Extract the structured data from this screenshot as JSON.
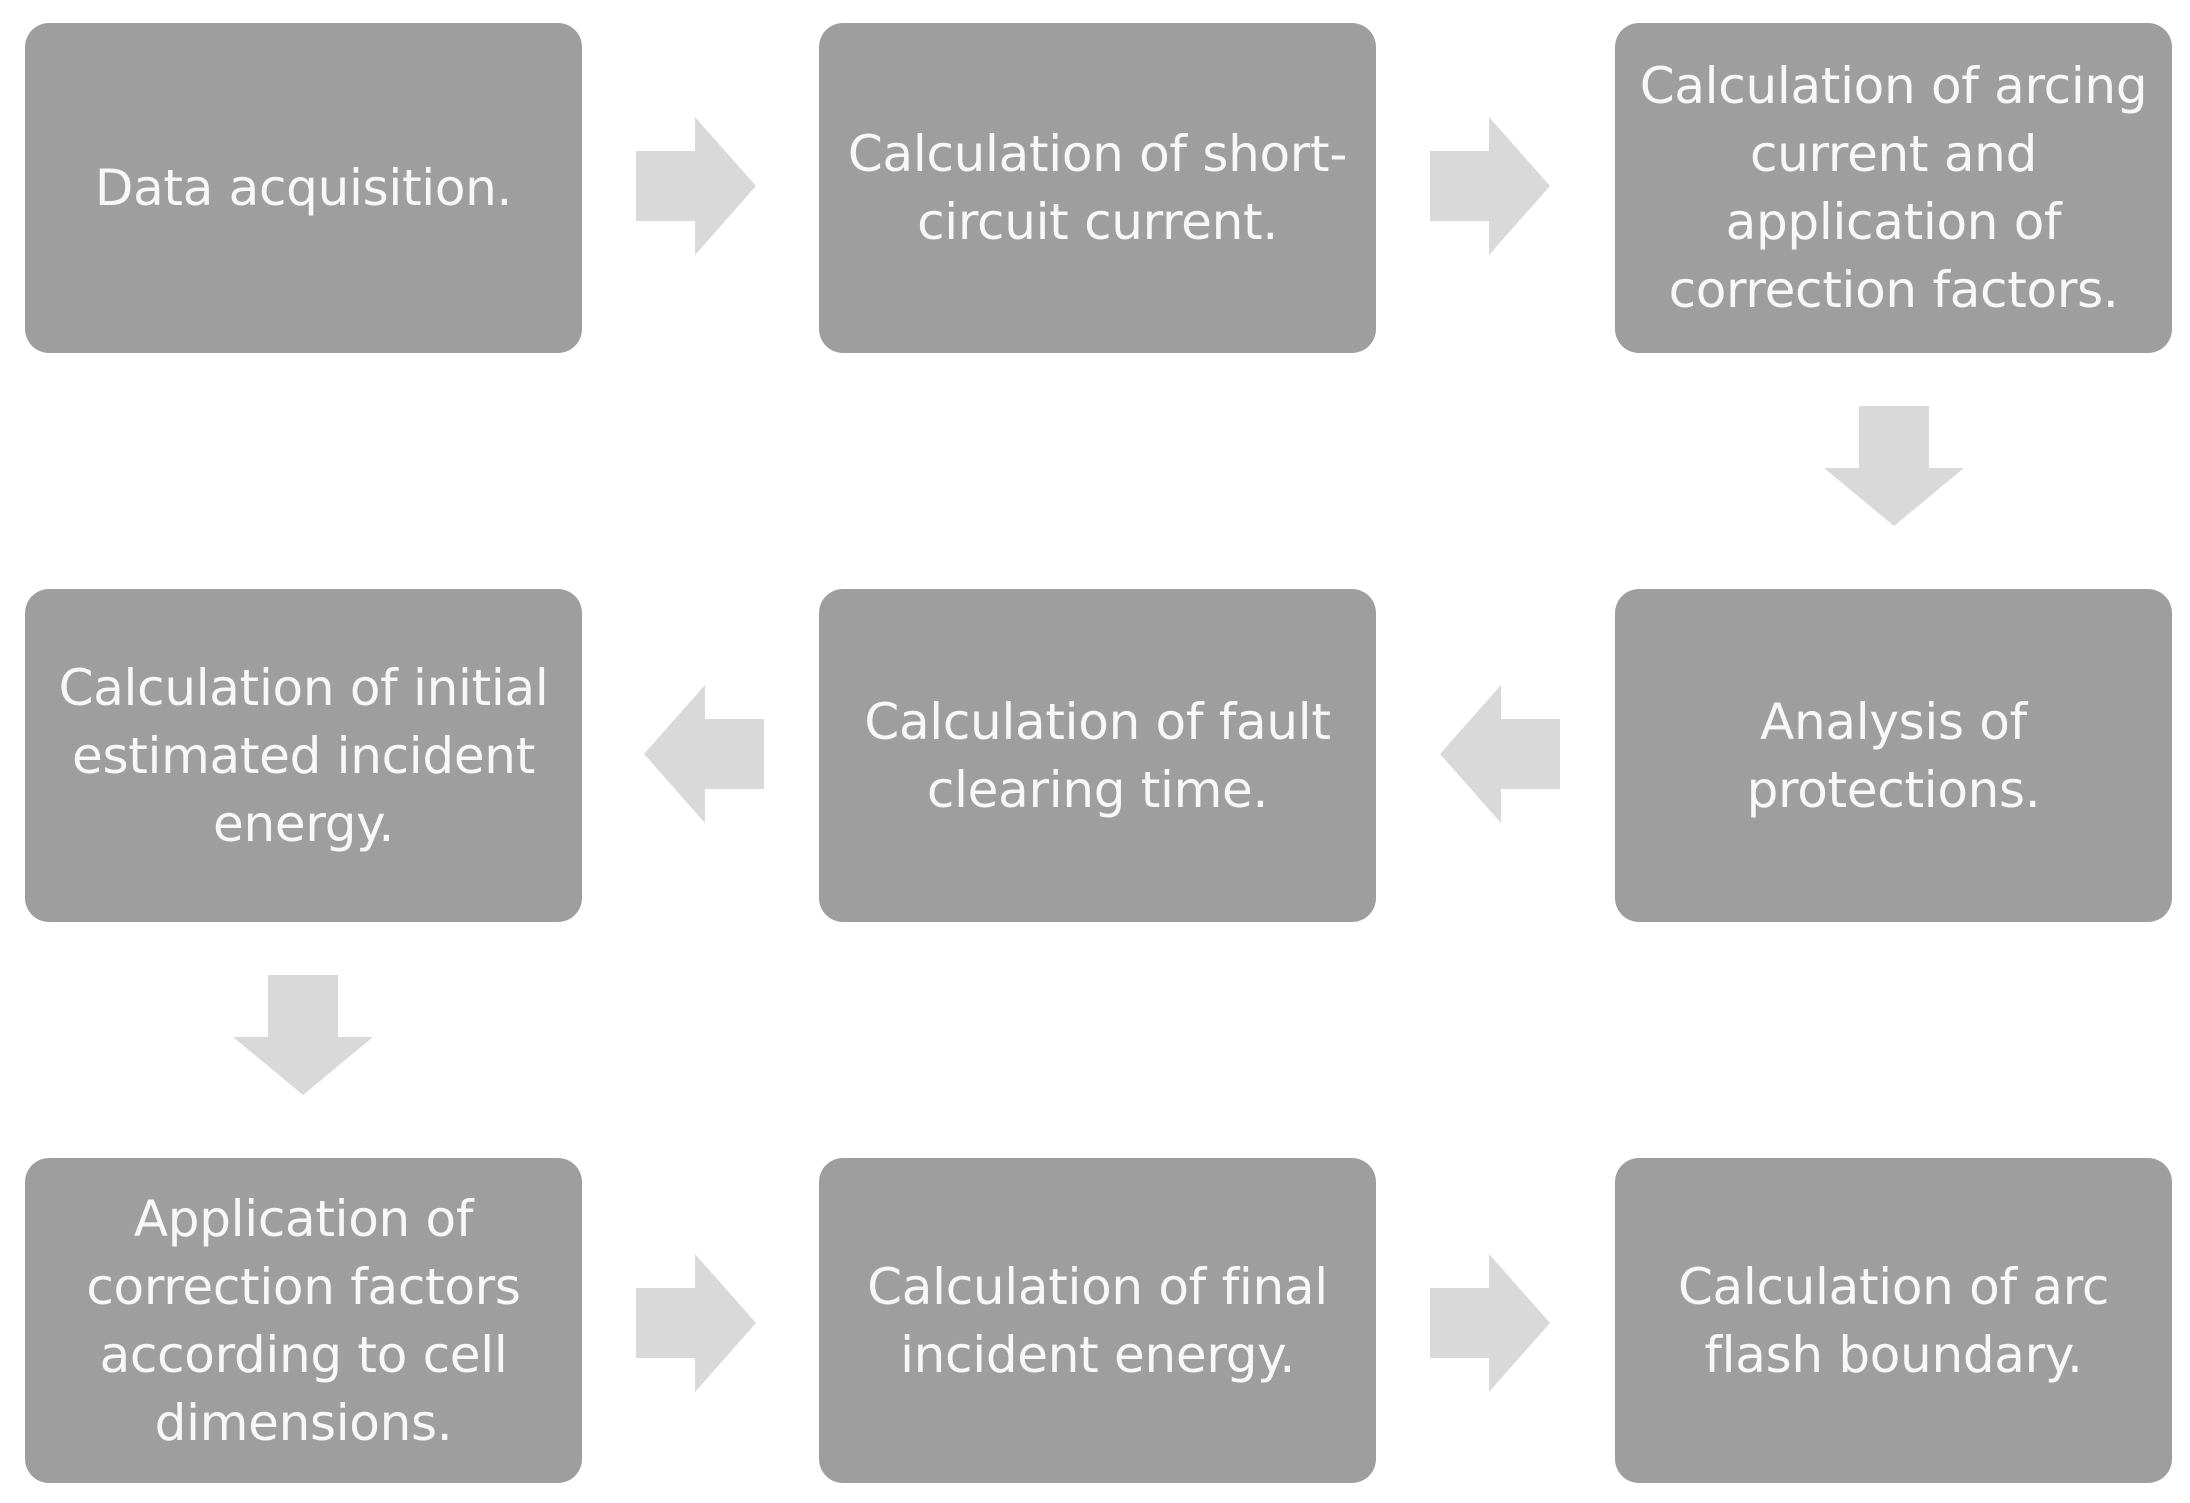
{
  "colors": {
    "box_fill": "#9e9e9e",
    "box_text": "#f7f7f7",
    "arrow_fill": "#d9d9d9",
    "background": "#ffffff"
  },
  "steps": [
    {
      "label": "Data acquisition."
    },
    {
      "label": "Calculation of short-circuit current."
    },
    {
      "label": "Calculation of arcing current and application of correction factors."
    },
    {
      "label": "Analysis of protections."
    },
    {
      "label": "Calculation of fault clearing time."
    },
    {
      "label": "Calculation of initial estimated incident energy."
    },
    {
      "label": "Application of correction factors according to cell dimensions."
    },
    {
      "label": "Calculation of final incident energy."
    },
    {
      "label": "Calculation of arc flash boundary."
    }
  ],
  "arrows": [
    {
      "from": 1,
      "to": 2,
      "direction": "right"
    },
    {
      "from": 2,
      "to": 3,
      "direction": "right"
    },
    {
      "from": 3,
      "to": 4,
      "direction": "down"
    },
    {
      "from": 4,
      "to": 5,
      "direction": "left"
    },
    {
      "from": 5,
      "to": 6,
      "direction": "left"
    },
    {
      "from": 6,
      "to": 7,
      "direction": "down"
    },
    {
      "from": 7,
      "to": 8,
      "direction": "right"
    },
    {
      "from": 8,
      "to": 9,
      "direction": "right"
    }
  ]
}
